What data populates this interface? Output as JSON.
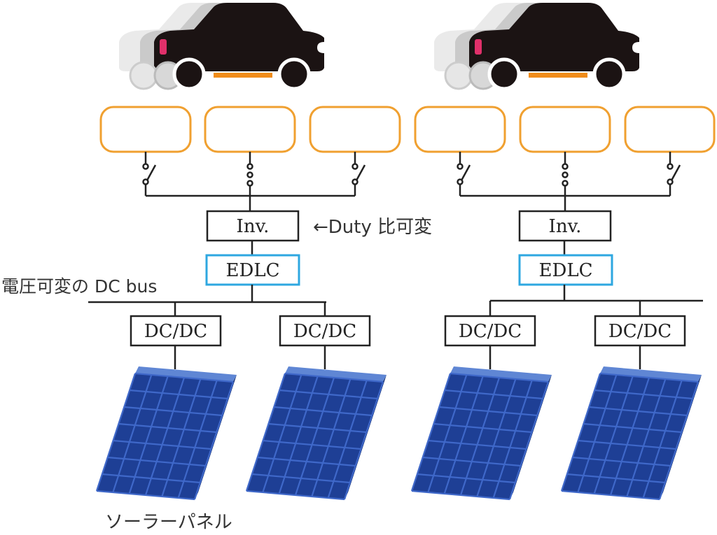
{
  "labels": {
    "inverter": "Inv.",
    "edlc": "EDLC",
    "converter": "DC/DC",
    "duty_note": "←Duty 比可変",
    "bus_note": "電圧可変の DC bus",
    "panel_note": "ソーラーパネル"
  },
  "colors": {
    "coil_outline": "#f0a030",
    "edlc_outline": "#2ea7e0",
    "panel_fill": "#1e3f95",
    "panel_grid": "#3f68c9",
    "car_body": "#1b1313",
    "car_plate": "#f08c1a",
    "car_light": "#e0306a"
  },
  "icons": [
    "car-icon",
    "switch-icon",
    "solar-panel-icon"
  ]
}
